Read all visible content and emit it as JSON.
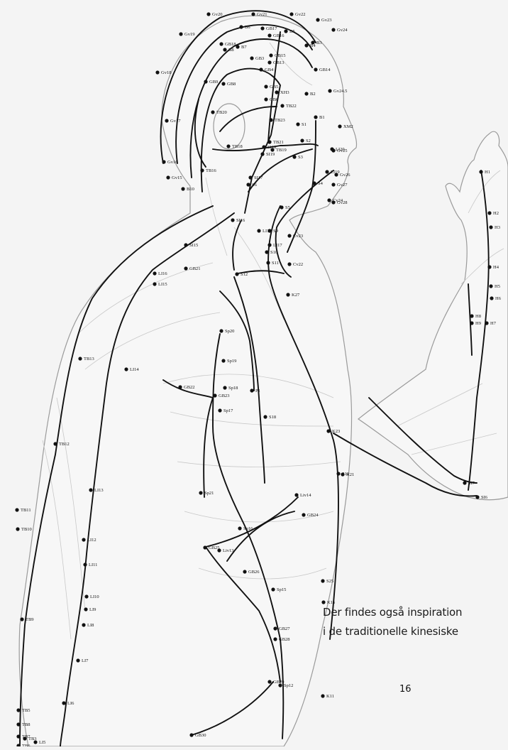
{
  "caption": {
    "line1": "Der findes også inspiration",
    "line2": "i de traditionelle kinesiske"
  },
  "page_number": "16",
  "figure": {
    "points": [
      "Gv21",
      "Gv20",
      "Gv22",
      "Gv23",
      "Gv24",
      "Gv19",
      "Gv18",
      "Gv17",
      "Gv24.5",
      "Gv16",
      "Gv15",
      "Gv25",
      "Gv26",
      "Gv27",
      "Gv28",
      "B6",
      "B7",
      "B8",
      "B5",
      "B4",
      "B3",
      "B2",
      "B1",
      "B10",
      "GB17",
      "GB18",
      "GB16",
      "GB15",
      "GB14",
      "GB13",
      "GB9",
      "GB8",
      "GB4",
      "GB3",
      "GB5",
      "GB6",
      "TB20",
      "TB22",
      "TB21",
      "TB18",
      "TB19",
      "TB23",
      "TB16",
      "XH3",
      "XM2",
      "S1",
      "S2",
      "S3",
      "S4",
      "S5",
      "S6",
      "SI19",
      "SI18",
      "SI17",
      "SI16",
      "SI15",
      "LI20",
      "LI19",
      "LI18",
      "LI17",
      "LI16",
      "LI15",
      "LI14",
      "LI13",
      "LI12",
      "LI11",
      "LI10",
      "LI9",
      "LI8",
      "LI7",
      "LI6",
      "LI5",
      "Cv24",
      "Cv23",
      "Cv22",
      "K27",
      "K23",
      "K21",
      "K16",
      "K11",
      "S9",
      "S10",
      "S11",
      "S12",
      "S19",
      "S25",
      "GB21",
      "GB22",
      "GB23",
      "Sp20",
      "Sp19",
      "Sp18",
      "Sp17",
      "Sp16",
      "Sp15",
      "Sp12",
      "Sp21",
      "P1",
      "S18",
      "Liv14",
      "Liv13",
      "GB24",
      "GB25",
      "GB26",
      "GB27",
      "GB28",
      "GB29",
      "GB30",
      "TB13",
      "TB12",
      "TB11",
      "TB10",
      "TB9",
      "TB8",
      "TB7",
      "TB6",
      "TB5",
      "TB3",
      "H1",
      "H2",
      "H3",
      "H4",
      "H5",
      "H6",
      "H7",
      "H8",
      "H9",
      "SI7",
      "SI6"
    ]
  }
}
